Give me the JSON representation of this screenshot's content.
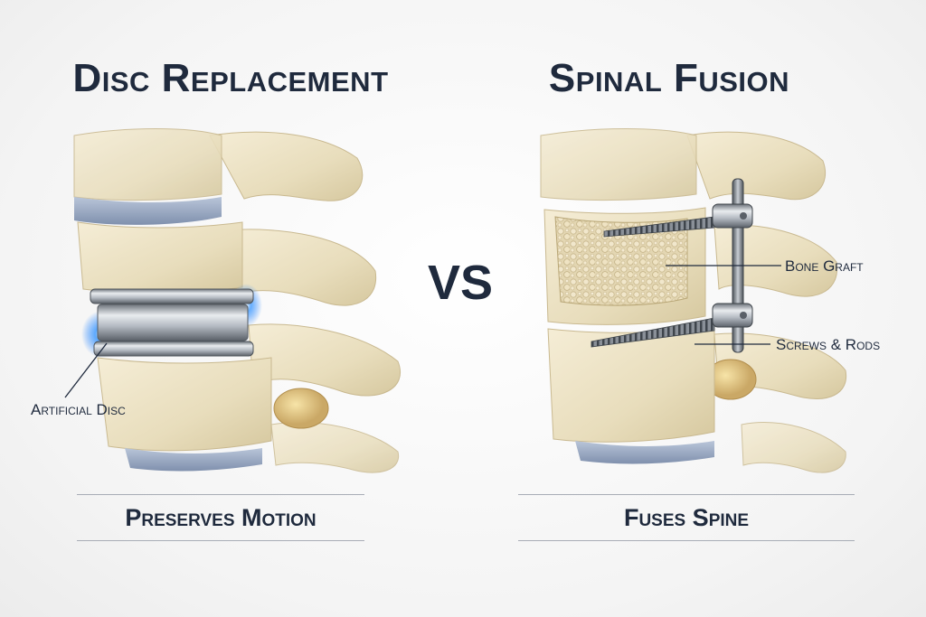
{
  "titles": {
    "left": "Disc Replacement",
    "right": "Spinal Fusion"
  },
  "vs": "VS",
  "labels": {
    "artificial_disc": "Artificial Disc",
    "bone_graft": "Bone Graft",
    "screws_rods": "Screws & Rods"
  },
  "captions": {
    "left": "Preserves Motion",
    "right": "Fuses Spine"
  },
  "colors": {
    "text": "#1f2a3d",
    "bone": "#ede3c4",
    "disc": "#9aa9c4",
    "implant_metal": "#aeb4bc",
    "glow": "#2e86ff"
  }
}
